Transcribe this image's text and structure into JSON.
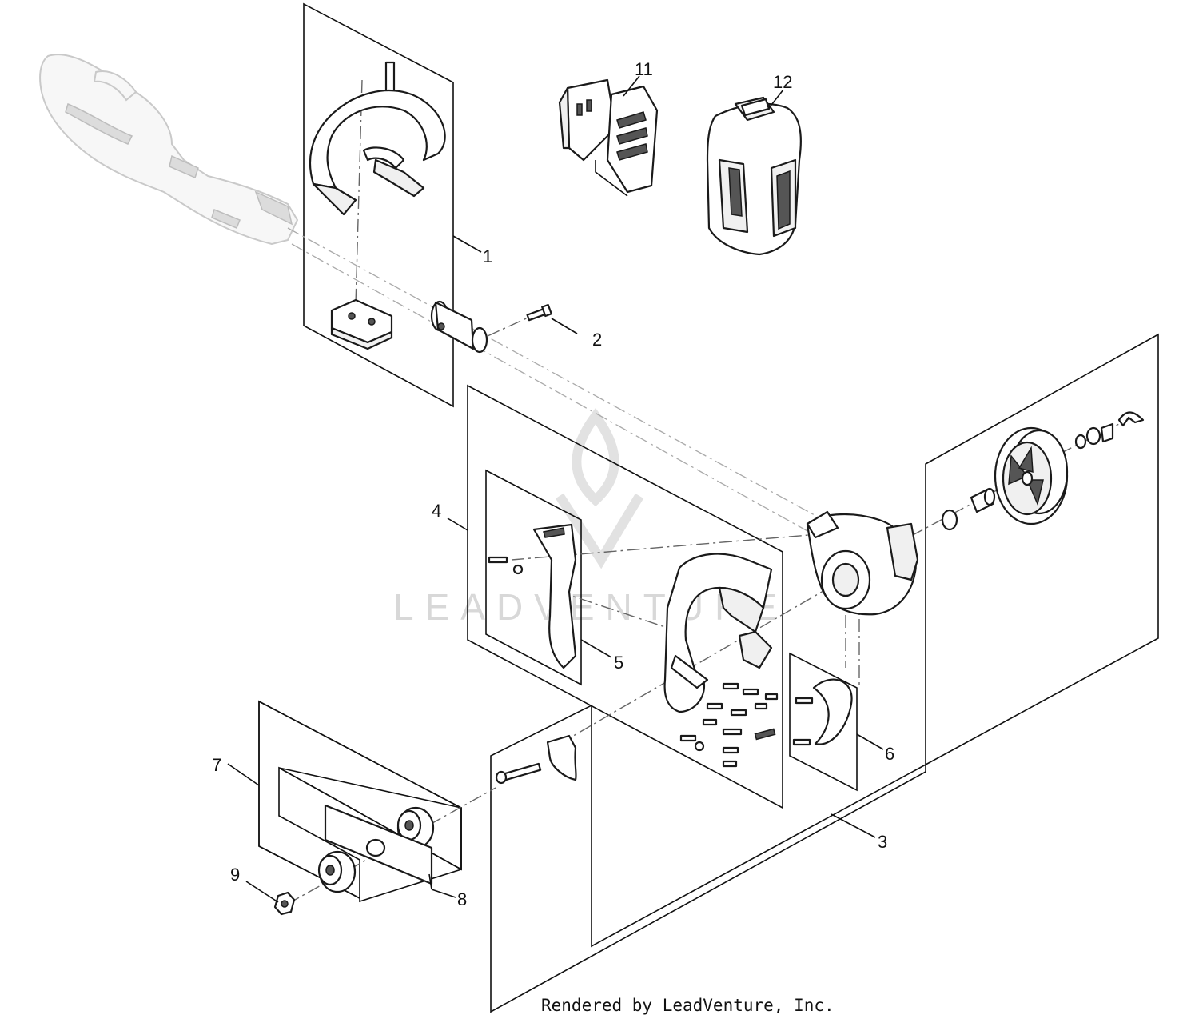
{
  "diagram": {
    "callouts": [
      {
        "id": "1",
        "label": "1"
      },
      {
        "id": "2",
        "label": "2"
      },
      {
        "id": "3",
        "label": "3"
      },
      {
        "id": "4",
        "label": "4"
      },
      {
        "id": "5",
        "label": "5"
      },
      {
        "id": "6",
        "label": "6"
      },
      {
        "id": "7",
        "label": "7"
      },
      {
        "id": "8",
        "label": "8"
      },
      {
        "id": "9",
        "label": "9"
      },
      {
        "id": "11",
        "label": "11"
      },
      {
        "id": "12",
        "label": "12"
      }
    ],
    "watermark": "LEADVENTURE",
    "credit": "Rendered by LeadVenture, Inc."
  }
}
